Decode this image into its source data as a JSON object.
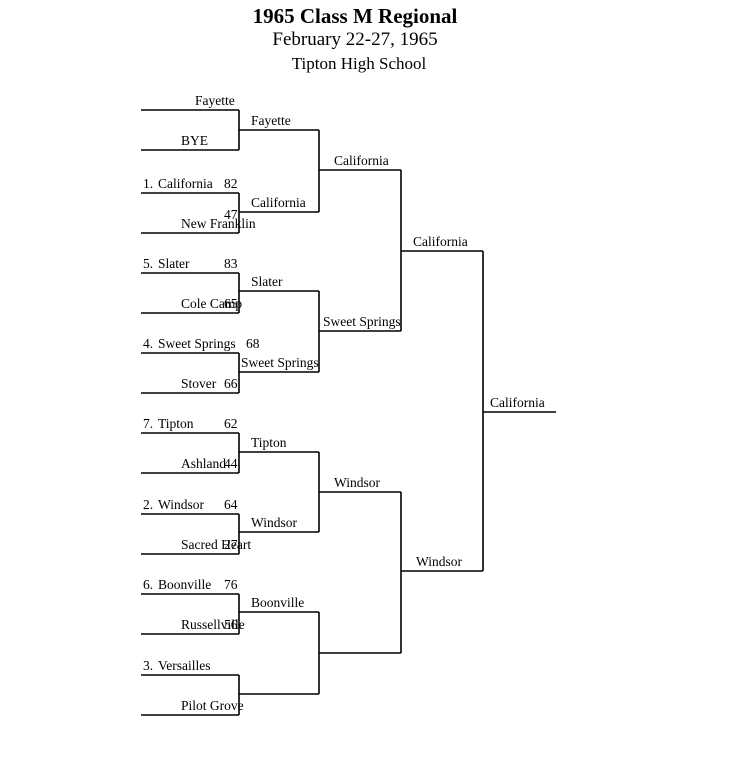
{
  "header": {
    "title": "1965 Class M Regional",
    "dates": "February 22-27, 1965",
    "venue": "Tipton High School"
  },
  "round1": [
    {
      "team": "Fayette",
      "seed": "",
      "score": ""
    },
    {
      "team": "BYE",
      "seed": "",
      "score": ""
    },
    {
      "team": "California",
      "seed": "1.",
      "score": "82"
    },
    {
      "team": "New Franklin",
      "seed": "",
      "score": "47"
    },
    {
      "team": "Slater",
      "seed": "5.",
      "score": "83"
    },
    {
      "team": "Cole Camp",
      "seed": "",
      "score": "65"
    },
    {
      "team": "Sweet Springs",
      "seed": "4.",
      "score": "68"
    },
    {
      "team": "Stover",
      "seed": "",
      "score": "66"
    },
    {
      "team": "Tipton",
      "seed": "7.",
      "score": "62"
    },
    {
      "team": "Ashland",
      "seed": "",
      "score": "44"
    },
    {
      "team": "Windsor",
      "seed": "2.",
      "score": "64"
    },
    {
      "team": "Sacred Heart",
      "seed": "",
      "score": "27"
    },
    {
      "team": "Boonville",
      "seed": "6.",
      "score": "76"
    },
    {
      "team": "Russellville",
      "seed": "",
      "score": "56"
    },
    {
      "team": "Versailles",
      "seed": "3.",
      "score": ""
    },
    {
      "team": "Pilot Grove",
      "seed": "",
      "score": ""
    }
  ],
  "round2": [
    "Fayette",
    "California",
    "Slater",
    "Sweet Springs",
    "Tipton",
    "Windsor",
    "Boonville",
    ""
  ],
  "round3": [
    "California",
    "Sweet Springs",
    "Windsor",
    ""
  ],
  "semifinal": [
    "California",
    "Windsor"
  ],
  "champion": "California"
}
